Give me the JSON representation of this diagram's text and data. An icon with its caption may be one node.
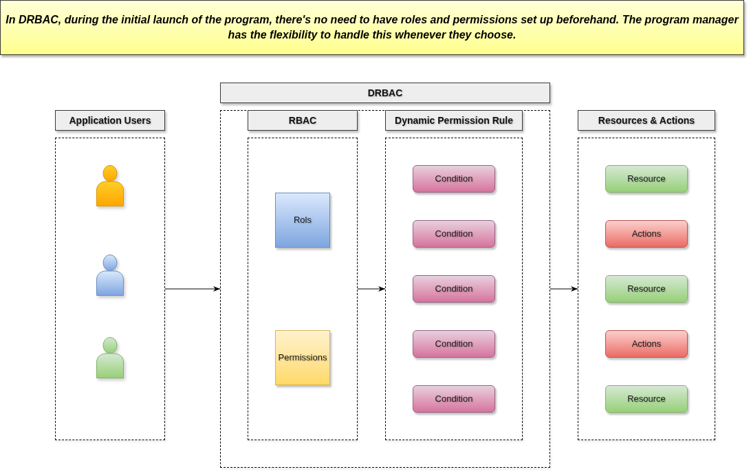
{
  "diagram": {
    "nodes": [
      {
        "text": [
          "In DRBAC, during the initial launch of the program, there's no need to have roles and permissions set up beforehand. The program manager has the flexibility to handle this whenever they choose."
        ]
      },
      {
        "text": [
          "Application Users"
        ]
      },
      {
        "text": [],
        "shape": "box"
      },
      {
        "text": [],
        "shape": "person",
        "in": 2
      },
      {
        "text": [],
        "shape": "person",
        "in": 2
      },
      {
        "text": [],
        "shape": "person",
        "in": 2
      },
      {
        "text": [
          "DRBAC"
        ]
      },
      {
        "text": [],
        "shape": "box"
      },
      {
        "text": [
          "RBAC"
        ],
        "in": 7
      },
      {
        "text": [],
        "shape": "box",
        "in": 7
      },
      {
        "text": [
          "Rols"
        ],
        "in": 9
      },
      {
        "text": [
          "Permissions"
        ],
        "in": 9
      },
      {
        "text": [
          "Dynamic Permission Rule"
        ],
        "in": 7
      },
      {
        "text": [],
        "shape": "box",
        "in": 7
      },
      {
        "text": [
          "Condition"
        ],
        "in": 13
      },
      {
        "text": [
          "Condition"
        ],
        "in": 13
      },
      {
        "text": [
          "Condition"
        ],
        "in": 13
      },
      {
        "text": [
          "Condition"
        ],
        "in": 13
      },
      {
        "text": [
          "Condition"
        ],
        "in": 13
      },
      {
        "text": [
          "Resources & Actions"
        ]
      },
      {
        "text": [],
        "shape": "box"
      },
      {
        "text": [
          "Resource"
        ],
        "in": 20
      },
      {
        "text": [
          "Actions"
        ],
        "in": 20
      },
      {
        "text": [
          "Resource"
        ],
        "in": 20
      },
      {
        "text": [
          "Actions"
        ],
        "in": 20
      },
      {
        "text": [
          "Resource"
        ],
        "in": 20
      }
    ],
    "edges": [
      {
        "from": 2,
        "to": 7,
        "arrow": "to"
      },
      {
        "from": 9,
        "to": 13,
        "arrow": "to"
      },
      {
        "from": 7,
        "to": 20,
        "arrow": "to"
      }
    ]
  }
}
